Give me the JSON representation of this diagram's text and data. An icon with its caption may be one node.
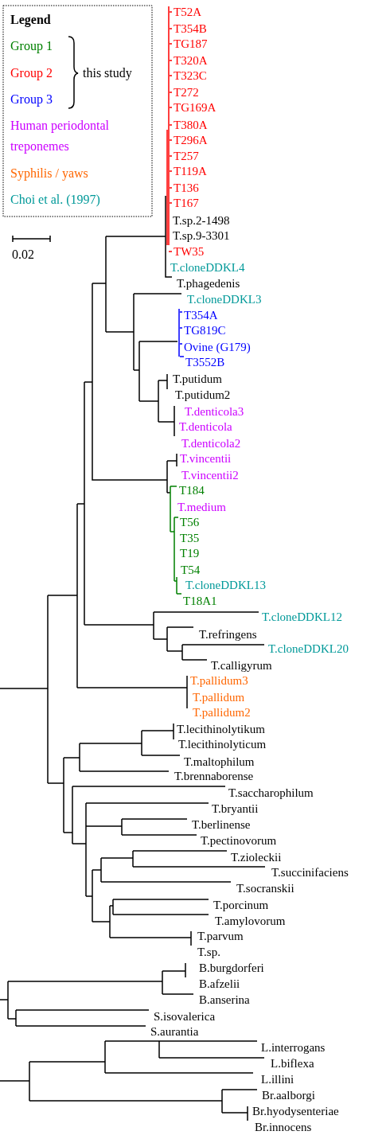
{
  "diagram": {
    "labels": [
      "Legend",
      "this study",
      "0.02",
      "T52A",
      "T354B",
      "TG187",
      "T320A",
      "T323C",
      "T272",
      "TG169A",
      "T380A",
      "T296A",
      "T257",
      "T119A",
      "T136",
      "T167",
      "T.sp.2-1498",
      "T.sp.9-3301",
      "TW35",
      "T.cloneDDKL4",
      "T.phagedenis",
      "T.cloneDDKL3",
      "T354A",
      "TG819C",
      "Ovine (G179)",
      "T3552B",
      "T.putidum",
      "T.putidum2",
      "T.denticola3",
      "T.denticola",
      "T.denticola2",
      "T.vincentii",
      "T.vincentii2",
      "T184",
      "T.medium",
      "T56",
      "T35",
      "T19",
      "T54",
      "T.cloneDDKL13",
      "T18A1",
      "T.cloneDDKL12",
      "T.refringens",
      "T.cloneDDKL20",
      "T.calligyrum",
      "T.pallidum3",
      "T.pallidum",
      "T.pallidum2",
      "T.lecithinolytikum",
      "T.lecithinolyticum",
      "T.maltophilum",
      "T.brennaborense",
      "T.saccharophilum",
      "T.bryantii",
      "T.berlinense",
      "T.pectinovorum",
      "T.zioleckii",
      "T.succinifaciens",
      "T.socranskii",
      "T.porcinum",
      "T.amylovorum",
      "T.parvum",
      "T.sp.",
      "B.burgdorferi",
      "B.afzelii",
      "B.anserina",
      "S.isovalerica",
      "S.aurantia",
      "L.interrogans",
      "L.biflexa",
      "L.illini",
      "Br.aalborgi",
      "Br.hyodysenteriae",
      "Br.innocens"
    ],
    "legend": [
      {
        "text": "Group 1",
        "color": "#008000"
      },
      {
        "text": "Group 2",
        "color": "#ff0000"
      },
      {
        "text": "Group 3",
        "color": "#0000ff"
      },
      {
        "text": "Human periodontal treponemes",
        "color": "#cc00ff"
      },
      {
        "text": "Syphilis / yaws",
        "color": "#ff6600"
      },
      {
        "text": "Choi et al. (1997)",
        "color": "#009999"
      }
    ]
  }
}
